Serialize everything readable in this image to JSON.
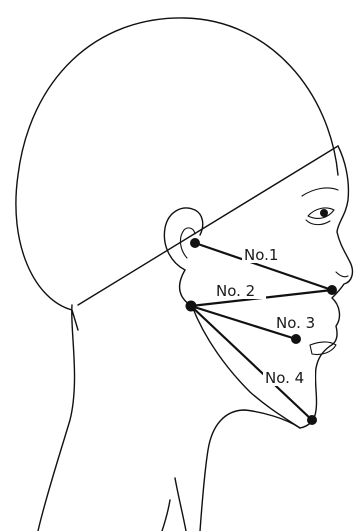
{
  "labels": {
    "no1": "No.1",
    "no2": "No. 2",
    "no3": "No. 3",
    "no4": "No. 4"
  },
  "colors": {
    "line": "#111111",
    "background": "#ffffff"
  }
}
